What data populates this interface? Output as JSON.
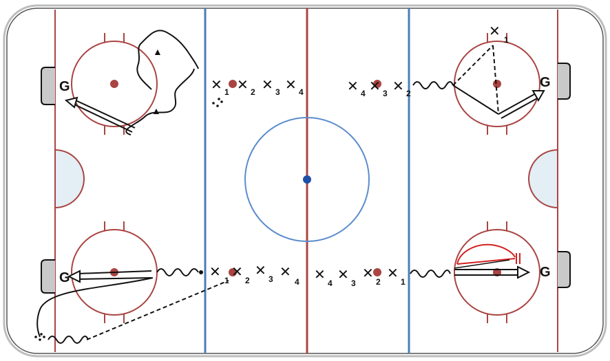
{
  "diagram": {
    "goalie_label": "G",
    "player_glyph": "✕",
    "pylon_glyph": "▲",
    "colors": {
      "board": "#555555",
      "red_line": "#a94442",
      "blue_line": "#4a7fb5",
      "center_circle": "#5b8ccc",
      "center_dot": "#1f4fa8",
      "dot": "#a94442",
      "crease": "#e3eef5",
      "net": "#c9c9c9",
      "ink": "#111111",
      "red_ink": "#d42020"
    },
    "lines": {
      "top_left": [
        "1",
        "2",
        "3",
        "4"
      ],
      "top_right": [
        "4",
        "3",
        "2"
      ],
      "bottom_left": [
        "1",
        "2",
        "3",
        "4"
      ],
      "bottom_right": [
        "4",
        "3",
        "2",
        "1"
      ],
      "top_right_corner": "1"
    }
  }
}
